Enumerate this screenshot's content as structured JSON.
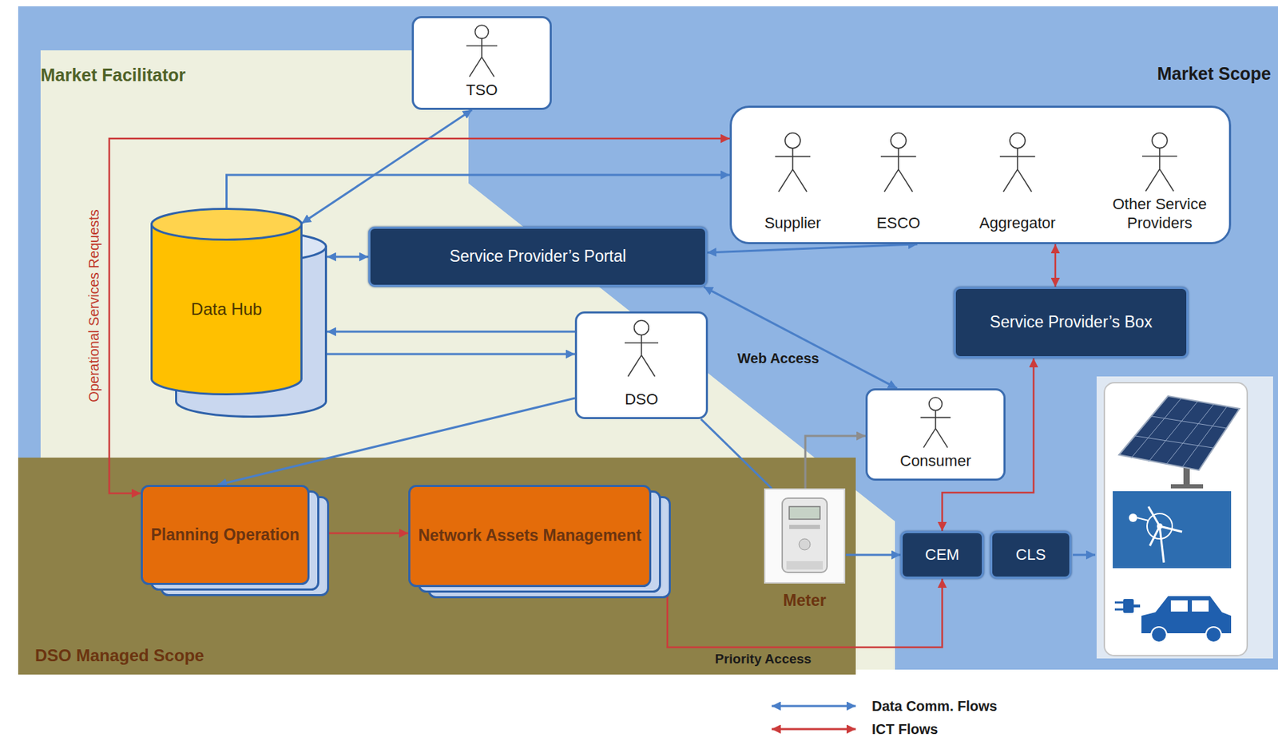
{
  "diagram": {
    "nodes": [
      {
        "text": [
          "TSO"
        ]
      },
      {
        "text": [
          "Supplier",
          "ESCO",
          "Aggregator",
          "Other Service Providers"
        ]
      },
      {
        "text": [
          "Data Hub"
        ]
      },
      {
        "text": [
          "Service Provider’s Portal"
        ]
      },
      {
        "text": [
          "Service Provider’s Box"
        ]
      },
      {
        "text": [
          "DSO"
        ]
      },
      {
        "text": [
          "Consumer"
        ]
      },
      {
        "text": [
          "DSO Managed Scope"
        ]
      },
      {
        "text": [
          "Planning Operation"
        ],
        "in": 7
      },
      {
        "text": [
          "Network Assets Management"
        ],
        "in": 7
      },
      {
        "text": [
          "Meter"
        ],
        "in": 7
      },
      {
        "text": [
          "CEM"
        ]
      },
      {
        "text": [
          "CLS"
        ]
      }
    ],
    "edges": [
      {
        "from": 2,
        "to": 0,
        "arrow": "both"
      },
      {
        "from": 2,
        "to": 1,
        "arrow": "to"
      },
      {
        "from": 2,
        "to": 3,
        "arrow": "both"
      },
      {
        "from": 3,
        "to": 1,
        "arrow": "both"
      },
      {
        "from": 5,
        "to": 2,
        "arrow": "to"
      },
      {
        "from": 2,
        "to": 5,
        "arrow": "to"
      },
      {
        "from": 3,
        "to": 6,
        "label": "Web Access",
        "arrow": "both"
      },
      {
        "from": 5,
        "to": 8,
        "arrow": "to"
      },
      {
        "from": 5,
        "to": 10,
        "arrow": "none"
      },
      {
        "from": 10,
        "to": 6,
        "arrow": "to"
      },
      {
        "from": 10,
        "to": 11,
        "arrow": "to"
      },
      {
        "from": 8,
        "to": 1,
        "label": "Operational Services Requests",
        "arrow": "both"
      },
      {
        "from": 8,
        "to": 9,
        "arrow": "to"
      },
      {
        "from": 9,
        "to": 11,
        "label": "Priority Access",
        "arrow": "to"
      },
      {
        "from": 4,
        "to": 11,
        "arrow": "both"
      },
      {
        "from": 1,
        "to": 4,
        "arrow": "both"
      }
    ],
    "labels": [
      "Market Facilitator",
      "Market Scope"
    ],
    "legend": [
      {
        "text": "Data Comm. Flows"
      },
      {
        "text": "ICT Flows"
      }
    ]
  }
}
